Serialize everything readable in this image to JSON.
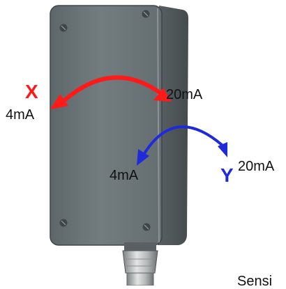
{
  "labels": {
    "x_axis": "X",
    "x_low": "4mA",
    "x_high": "20mA",
    "y_axis": "Y",
    "y_low": "4mA",
    "y_high": "20mA",
    "caption": "Sensi"
  },
  "colors": {
    "x_arrow": "#ff1a1a",
    "y_arrow": "#1f2bdb",
    "enclosure_body": "#6b7578",
    "enclosure_side": "#545c5f",
    "enclosure_edge": "#3e4547",
    "gland": "#b9bcbd"
  },
  "icons": {
    "x_arrow": "double-headed-curved-arrow",
    "y_arrow": "double-headed-curved-arrow",
    "screws": "screw-head"
  }
}
